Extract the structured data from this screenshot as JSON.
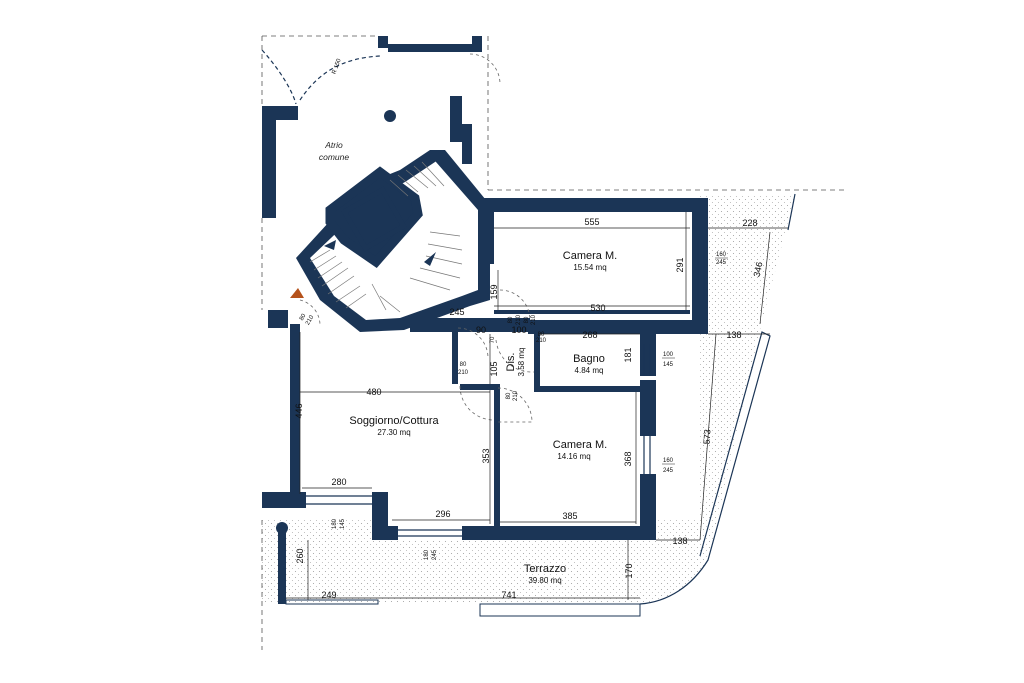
{
  "rooms": {
    "atrio": {
      "line1": "Atrio",
      "line2": "comune"
    },
    "camera_top": {
      "name": "Camera  M.",
      "area": "15.54  mq"
    },
    "bagno": {
      "name": "Bagno",
      "area": "4.84  mq"
    },
    "dis": {
      "name": "Dis.",
      "area": "3.58  mq"
    },
    "soggiorno": {
      "name": "Soggiorno/Cottura",
      "area": "27.30  mq"
    },
    "camera_mid": {
      "name": "Camera M.",
      "area": "14.16  mq"
    },
    "terrazzo": {
      "name": "Terrazzo",
      "area": "39.80  mq"
    }
  },
  "dimensions": {
    "d555": "555",
    "d530": "530",
    "d291": "291",
    "d159": "159",
    "d228": "228",
    "d346": "346",
    "d138a": "138",
    "d138b": "138",
    "d245": "245",
    "d90": "90",
    "d100": "100",
    "d268": "268",
    "d181": "181",
    "d105": "105",
    "d480": "480",
    "d446": "446",
    "d353": "353",
    "d368": "368",
    "d573": "573",
    "d280": "280",
    "d296": "296",
    "d385": "385",
    "d260": "260",
    "d170": "170",
    "d249": "249",
    "d741": "741"
  },
  "openings": {
    "w160_245_top": {
      "a": "160",
      "b": "245"
    },
    "w100_145": {
      "a": "100",
      "b": "145"
    },
    "w160_245_mid": {
      "a": "160",
      "b": "245"
    },
    "w180_145": {
      "a": "180",
      "b": "145"
    },
    "w180_245": {
      "a": "180",
      "b": "245"
    },
    "d80_210_a": {
      "a": "80",
      "b": "210"
    },
    "d80_210_b": {
      "a": "80",
      "b": "210"
    },
    "d80_210_c": {
      "a": "80",
      "b": "210"
    },
    "d80_210_d": {
      "a": "80",
      "b": "210"
    },
    "d80_210_e": {
      "a": "80",
      "b": "210"
    },
    "d80_210_f": {
      "a": "80",
      "b": "210"
    },
    "r150": "R 150",
    "d70": "70"
  },
  "colors": {
    "walls": "#1b3556",
    "accent_marker": "#b5521b"
  }
}
